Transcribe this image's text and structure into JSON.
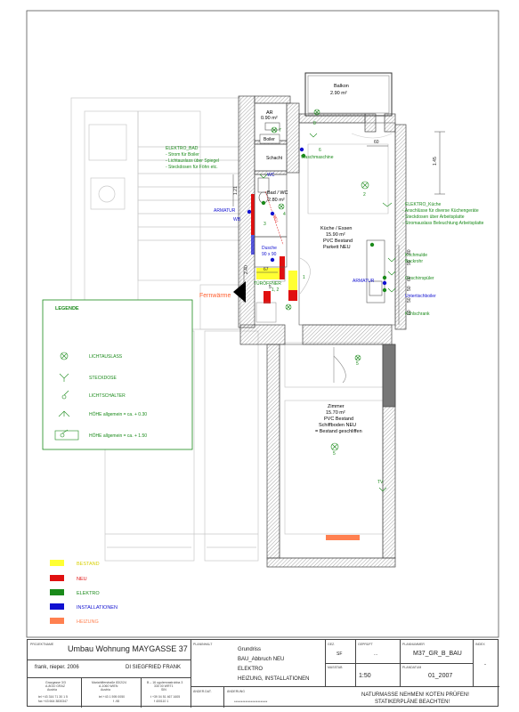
{
  "rooms": {
    "balkon": {
      "name": "Balkon",
      "area": "2.90 m²"
    },
    "ar": {
      "name": "AR",
      "area": "0.90 m²"
    },
    "bad": {
      "name": "Bad / WC",
      "area": "2.80 m²"
    },
    "kueche": {
      "name": "Küche / Essen",
      "area": "15.90 m²",
      "floor1": "PVC Bestand",
      "floor2": "Parkett NEU"
    },
    "zimmer": {
      "name": "Zimmer",
      "area": "15.70 m²",
      "floor1": "PVC Bestand",
      "floor2": "Schiffboden NEU",
      "floor3": "= Bestand geschliffen"
    }
  },
  "labels": {
    "boiler": "Boiler",
    "schacht": "Schacht",
    "wc": "WC",
    "wb": "WB",
    "armatur": "ARMATUR",
    "dusche": "Dusche",
    "dusche_size": "90 x 90",
    "waschmaschine": "Waschmaschine",
    "tueroeffner": "TÜRÖFFNER",
    "fernwaerme": "Fernwärme",
    "tv": "TV",
    "kochmulde": "Kochmulde",
    "backrohr": "Backrohr",
    "geschirrspueler": "Geschirrspüler",
    "untertischboiler": "Untertischboiler",
    "kuehlschrank": "Kühlschrank",
    "armatur2": "ARMATUR",
    "neu_diag": "NEU",
    "num": {
      "n7": "7",
      "n8": "8",
      "n6": "6",
      "n2": "2",
      "n4": "4",
      "n1": "1",
      "n12": "1, 2",
      "n3": "3",
      "n5a": "5",
      "n5b": "5"
    }
  },
  "dims": {
    "d60": "60",
    "d145": "1.45",
    "d121": "1.21",
    "d240": "2.40",
    "d67": "67",
    "d80": "80",
    "d90": "90",
    "d60b": "60",
    "d50": "50",
    "d50b": "50",
    "d60c": "60",
    "d5": "5"
  },
  "notes": {
    "elektro_bad": [
      "ELEKTRO_BAD",
      "- Strom für Boiler",
      "- Lichtauslass über Spiegel",
      "- Steckdosen für Föhn etc."
    ],
    "elektro_kueche": [
      "ELEKTRO_Küche",
      "- Anschlüsse für diverse Küchengeräte",
      "- Steckdosen über Arbeitsplatte",
      "- Stromauslass Beleuchtung Arbeitsplatte"
    ]
  },
  "legende": {
    "title": "LEGENDE",
    "items": [
      {
        "label": "LICHTAUSLASS"
      },
      {
        "label": "STECKDOSE"
      },
      {
        "label": "LICHTSCHALTER"
      },
      {
        "label": "HÖHE allgemein = ca.   + 0.30"
      },
      {
        "label": "HÖHE allgemein = ca.   + 1.50"
      }
    ]
  },
  "color_legend": [
    {
      "label": "BESTAND",
      "color": "#ffff33"
    },
    {
      "label": "NEU",
      "color": "#e01010"
    },
    {
      "label": "ELEKTRO",
      "color": "#1a8a1a"
    },
    {
      "label": "INSTALLATIONEN",
      "color": "#1010d0"
    },
    {
      "label": "HEIZUNG",
      "color": "#ff8050"
    }
  ],
  "titleblock": {
    "projektname_label": "PROJEKTNAME",
    "projektname": "Umbau Wohnung  MAYGASSE 37",
    "author": "frank, nieper. 2006",
    "architect": "DI SIEGFRIED FRANK",
    "addr1": [
      "Grazgasse 3/3",
      "A-8010 GRAZ",
      "Austria"
    ],
    "addr1b": [
      "tel +43 316 71 30 1 5",
      "fax +43 664 3830347"
    ],
    "addr2": [
      "Mariahilferstraße 83/2/24",
      "A-1060 WIEN",
      "Austria"
    ],
    "addr2b": [
      "tel +43 1 595 0050",
      "f  -98"
    ],
    "addr3": [
      "B – 16 ugolemrastrobba 3",
      "330 00 WRT1",
      "SIN"
    ],
    "addr3b": [
      "t +39 04 51 467 1605",
      "f  400110 1"
    ],
    "planinhalt_label": "PLANINHALT",
    "planinhalt": [
      "Grundriss",
      "BAU_Abbruch NEU",
      "ELEKTRO",
      "HEIZUNG, INSTALLATIONEN"
    ],
    "gez_label": "GEZ.",
    "gez": "SF",
    "geprueft_label": "GEPRÜFT",
    "geprueft": "...",
    "massstab_label": "MASSTAB",
    "massstab": "1:50",
    "plannummer_label": "PLANNUMMER",
    "plannummer": "M37_GR_B_BAU",
    "plandatum_label": "PLANDATUM",
    "plandatum": "01_2007",
    "index_label": "INDEX",
    "index": "-",
    "aender_label": "ÄNDER.DAT.",
    "aenderung_label": "ÄNDERUNG",
    "aenderung": "************************",
    "warning1": "NATURMASSE NEHMEN! KOTEN PRÜFEN!",
    "warning2": "STATIKERPLÄNE BEACHTEN!"
  }
}
